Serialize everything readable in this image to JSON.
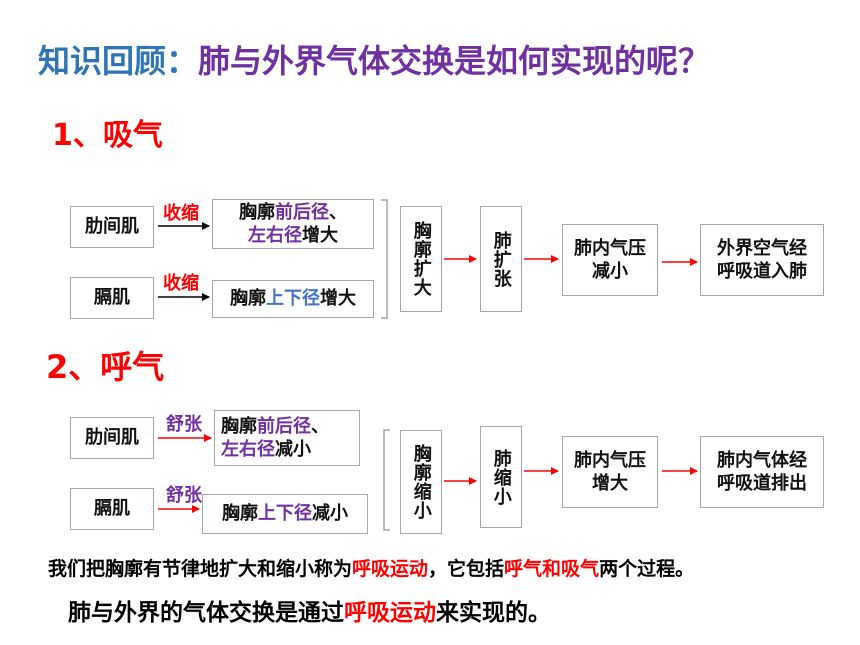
{
  "title": {
    "part1": "知识回顾：",
    "part2": "肺与外界气体交换是如何实现的呢？"
  },
  "inhale": {
    "heading": "1、吸气",
    "intercostal": "肋间肌",
    "diaphragm": "膈肌",
    "contract1": "收缩",
    "contract2": "收缩",
    "chest1": {
      "pre": "胸廓",
      "hl1": "前后径",
      "mid": "、",
      "hl2": "左右径",
      "post": "增大"
    },
    "chest2": {
      "pre": "胸廓",
      "hl": "上下径",
      "post": "增大"
    },
    "thorax": "胸廓扩大",
    "lung": "肺扩张",
    "pressure": {
      "line1": "肺内气压",
      "line2": "减小"
    },
    "result": {
      "line1": "外界空气经",
      "line2": "呼吸道入肺"
    }
  },
  "exhale": {
    "heading": "2、呼气",
    "intercostal": "肋间肌",
    "diaphragm": "膈肌",
    "relax1": "舒张",
    "relax2": "舒张",
    "chest1": {
      "pre": "胸廓",
      "hl1": "前后径",
      "mid": "、",
      "hl2": "左右径",
      "post": "减小"
    },
    "chest2": {
      "pre": "胸廓",
      "hl": "上下径",
      "post": "减小"
    },
    "thorax": "胸廓缩小",
    "lung": "肺缩小",
    "pressure": {
      "line1": "肺内气压",
      "line2": "增大"
    },
    "result": {
      "line1": "肺内气体经",
      "line2": "呼吸道排出"
    }
  },
  "summary1": {
    "p1": "我们把胸廓有节律地扩大和缩小称为",
    "hl1": "呼吸运动",
    "p2": "，它包括",
    "hl2": "呼气和吸气",
    "p3": "两个过程。"
  },
  "summary2": {
    "p1": "肺与外界的气体交换是通过",
    "hl": "呼吸运动",
    "p2": "来实现的。"
  },
  "colors": {
    "title_blue": "#2e75b6",
    "purple": "#7030a0",
    "red": "#ff0000",
    "blue": "#4472c4",
    "border": "#a6a6a6"
  }
}
